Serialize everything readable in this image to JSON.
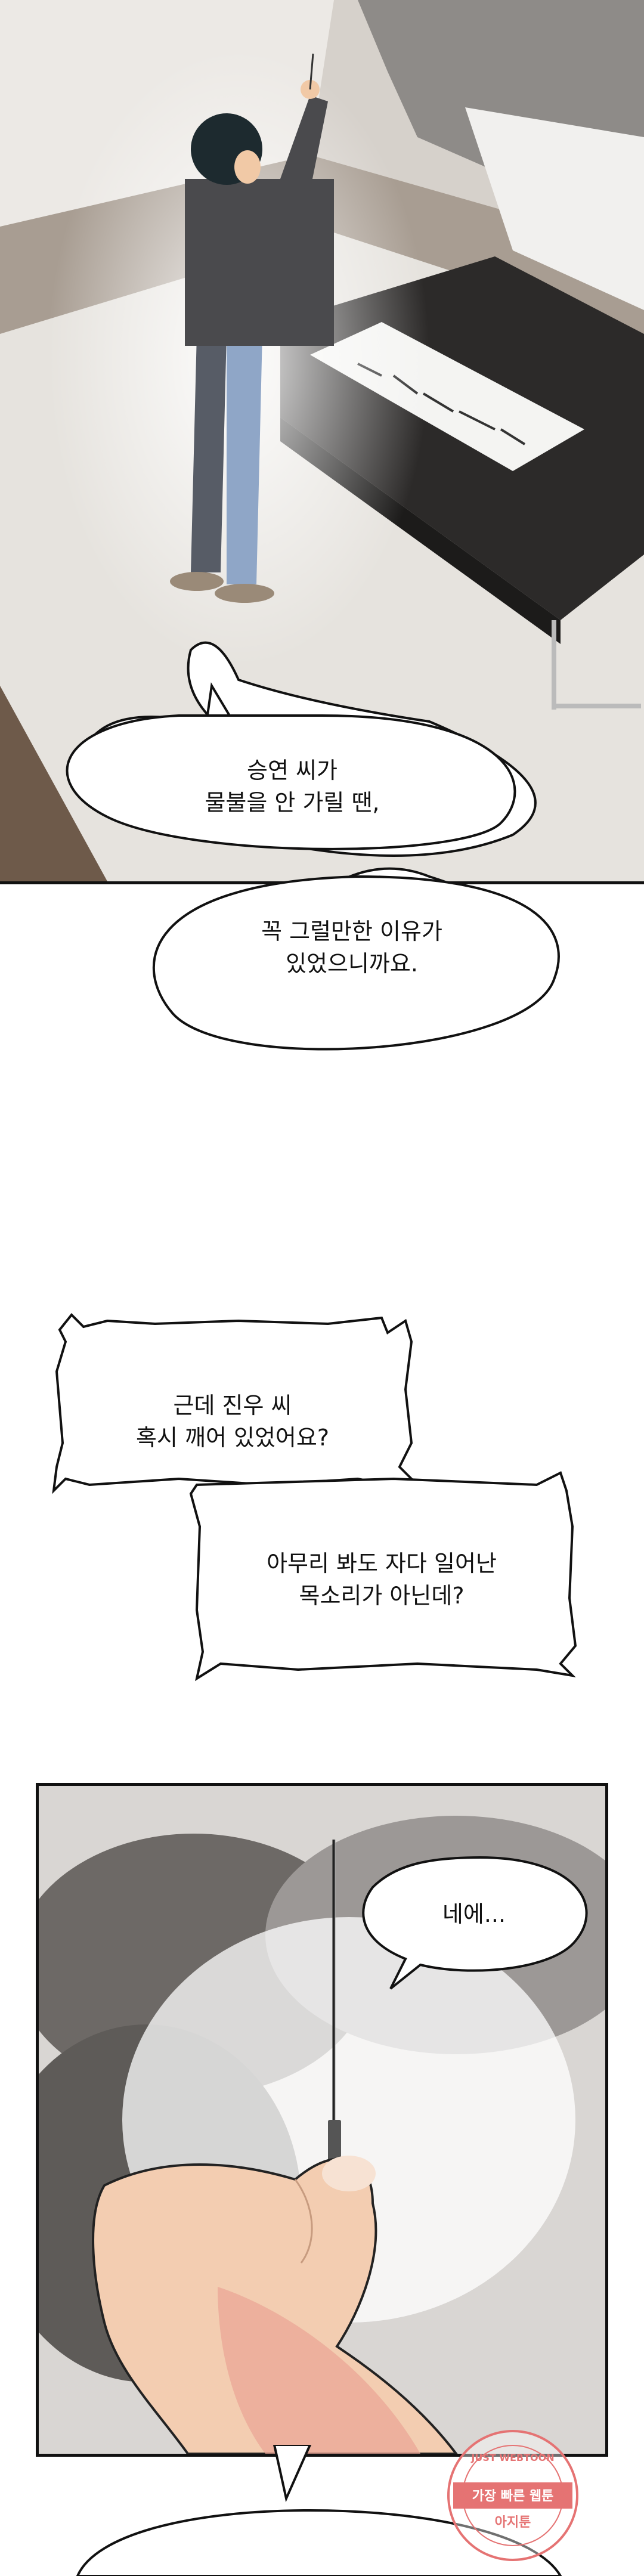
{
  "panel1": {
    "bubble_top": "승연 씨가\n물불을 안 가릴 땐,",
    "bubble_bottom": "꼭 그럴만한 이유가\n있었으니까요."
  },
  "panel2": {
    "shout_top": "근데 진우 씨\n혹시 깨어 있었어요?",
    "shout_bottom": "아무리 봐도 자다 일어난\n목소리가 아닌데?"
  },
  "panel3": {
    "bubble": "네에..."
  },
  "watermark": {
    "ring_text": "JUST WEBTOON",
    "line1": "가장 빠른 웹툰",
    "line2": "아지툰"
  }
}
